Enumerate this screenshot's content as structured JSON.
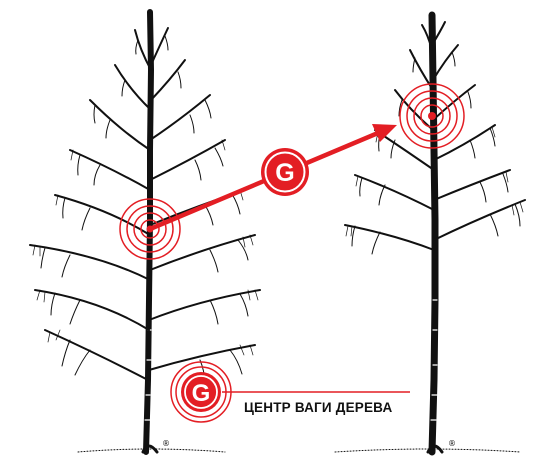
{
  "diagram": {
    "badge_letter": "G",
    "legend_text": "ЦЕНТР ВАГИ ДЕРЕВА",
    "registered_mark": "®",
    "colors": {
      "accent": "#e31e24",
      "ink": "#111111",
      "background": "#ffffff"
    },
    "icons": [
      "target-rings-icon",
      "arrow-icon",
      "g-badge-icon",
      "tree-illustration"
    ]
  }
}
